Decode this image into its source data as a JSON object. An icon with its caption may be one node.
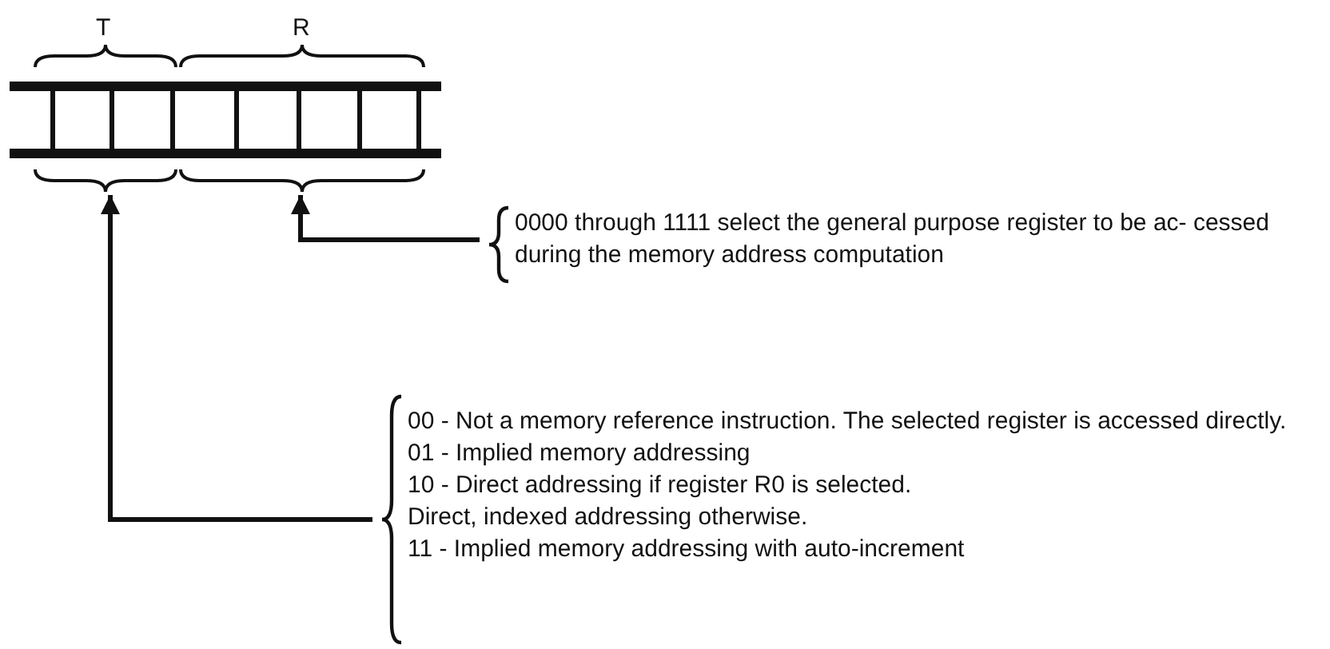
{
  "diagram": {
    "nodes": [
      {
        "text": [
          "T"
        ]
      },
      {
        "text": [
          "R"
        ]
      },
      {
        "text": [
          "0000 through 1111 select the general purpose register to be ac- cessed during the memory address computation"
        ]
      },
      {
        "text": [
          "00 - Not a memory reference instruction. The selected register is accessed directly.",
          "01 - Implied memory addressing",
          "10 - Direct addressing if register R0 is selected.",
          "Direct, indexed addressing otherwise.",
          "11 - Implied memory addressing with auto-increment"
        ]
      }
    ],
    "edges": [
      {
        "from": 2,
        "to": 1,
        "arrow": "to"
      },
      {
        "from": 3,
        "to": 0,
        "arrow": "to"
      }
    ]
  }
}
